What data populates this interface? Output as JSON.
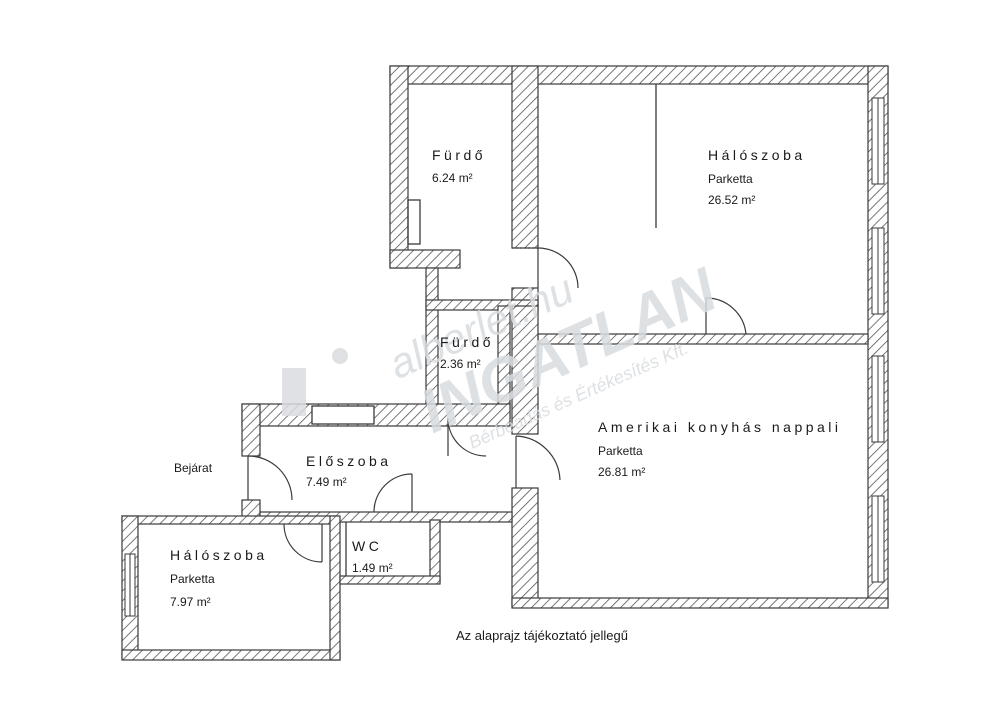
{
  "watermark": {
    "site": "alberlet.hu",
    "brand": "INGATLAN",
    "tagline": "Bérbeadás és Értékesítés Kft."
  },
  "rooms": {
    "bath_large": {
      "name": "Fürdő",
      "area": "6.24 m²"
    },
    "bedroom_large": {
      "name": "Hálószoba",
      "floor": "Parketta",
      "area": "26.52 m²"
    },
    "bath_small": {
      "name": "Fürdő",
      "area": "2.36 m²"
    },
    "living": {
      "name": "Amerikai konyhás nappali",
      "floor": "Parketta",
      "area": "26.81 m²"
    },
    "hall": {
      "name": "Előszoba",
      "area": "7.49 m²"
    },
    "bedroom_small": {
      "name": "Hálószoba",
      "floor": "Parketta",
      "area": "7.97 m²"
    },
    "wc": {
      "name": "WC",
      "area": "1.49 m²"
    }
  },
  "entrance_label": "Bejárat",
  "footnote": "Az alaprajz tájékoztató jellegű",
  "colors": {
    "wall_line": "#3a3a3a",
    "hatch": "#555555",
    "background": "#ffffff"
  }
}
